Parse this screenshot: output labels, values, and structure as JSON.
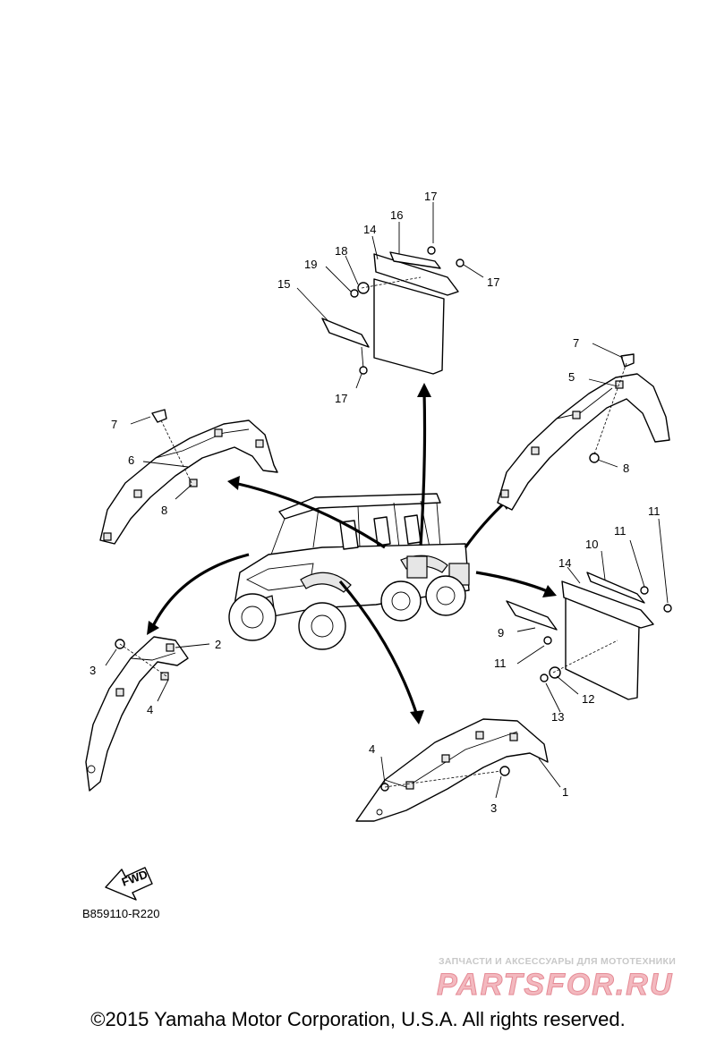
{
  "diagram": {
    "callouts": [
      {
        "id": "c1",
        "label": "1"
      },
      {
        "id": "c2",
        "label": "2"
      },
      {
        "id": "c3a",
        "label": "3"
      },
      {
        "id": "c3b",
        "label": "3"
      },
      {
        "id": "c4a",
        "label": "4"
      },
      {
        "id": "c4b",
        "label": "4"
      },
      {
        "id": "c5",
        "label": "5"
      },
      {
        "id": "c6",
        "label": "6"
      },
      {
        "id": "c7a",
        "label": "7"
      },
      {
        "id": "c7b",
        "label": "7"
      },
      {
        "id": "c8a",
        "label": "8"
      },
      {
        "id": "c8b",
        "label": "8"
      },
      {
        "id": "c9",
        "label": "9"
      },
      {
        "id": "c10",
        "label": "10"
      },
      {
        "id": "c11a",
        "label": "11"
      },
      {
        "id": "c11b",
        "label": "11"
      },
      {
        "id": "c11c",
        "label": "11"
      },
      {
        "id": "c12",
        "label": "12"
      },
      {
        "id": "c13",
        "label": "13"
      },
      {
        "id": "c14a",
        "label": "14"
      },
      {
        "id": "c14b",
        "label": "14"
      },
      {
        "id": "c15",
        "label": "15"
      },
      {
        "id": "c16",
        "label": "16"
      },
      {
        "id": "c17a",
        "label": "17"
      },
      {
        "id": "c17b",
        "label": "17"
      },
      {
        "id": "c17c",
        "label": "17"
      },
      {
        "id": "c18",
        "label": "18"
      },
      {
        "id": "c19",
        "label": "19"
      }
    ],
    "fwd_label": "FWD",
    "reference_code": "B859110-R220"
  },
  "watermark": {
    "tagline": "ЗАПЧАСТИ И АКСЕССУАРЫ ДЛЯ МОТОТЕХНИКИ",
    "brand": "PARTSFOR.RU",
    "brand_color": "#e58a95"
  },
  "footer": {
    "copyright": "©2015 Yamaha Motor Corporation, U.S.A. All rights reserved."
  }
}
